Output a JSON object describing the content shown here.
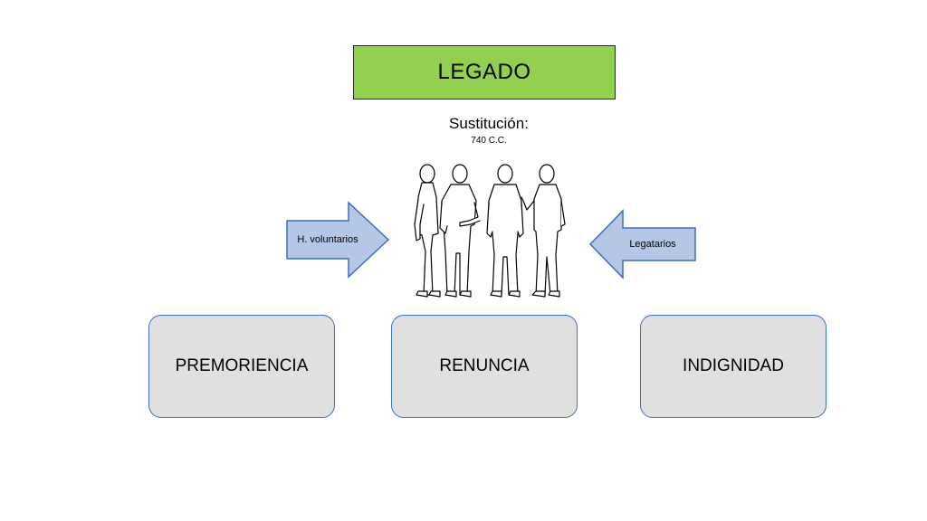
{
  "title": "LEGADO",
  "subtitle": "Sustitución:",
  "article": "740 C.C.",
  "arrows": {
    "left_label": "H. voluntarios",
    "right_label": "Legatarios"
  },
  "boxes": [
    "PREMORIENCIA",
    "RENUNCIA",
    "INDIGNIDAD"
  ],
  "colors": {
    "title_fill": "#92d050",
    "arrow_fill": "#b4c7e7",
    "arrow_stroke": "#3f6fb5",
    "box_fill": "#e0e0e0",
    "box_stroke": "#3f6fb5"
  },
  "illustration": "people-group-icon"
}
